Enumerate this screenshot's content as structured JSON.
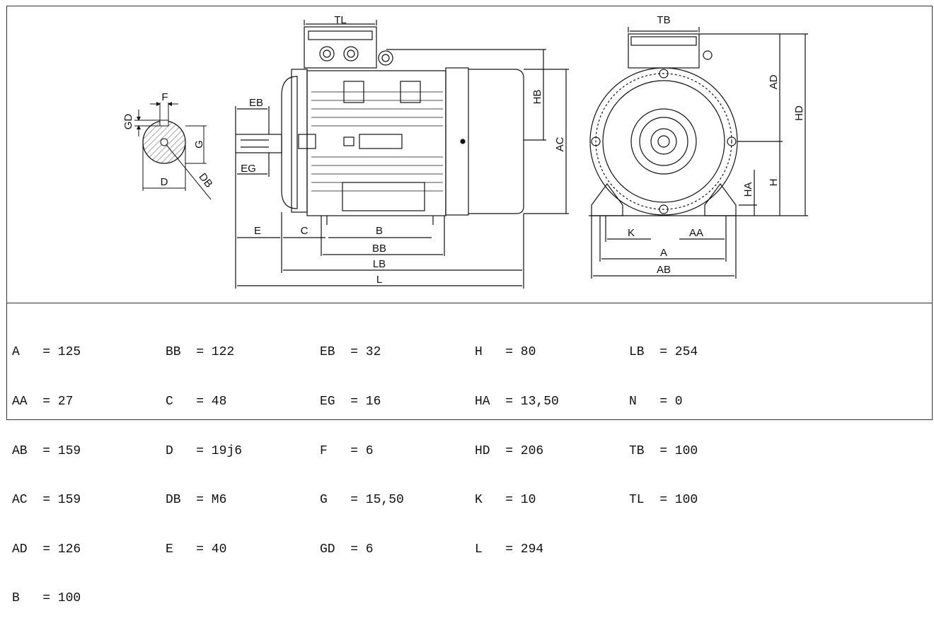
{
  "diagram": {
    "shaft_labels": {
      "F": "F",
      "GD": "GD",
      "G": "G",
      "D": "D",
      "DB": "DB"
    },
    "side_labels": {
      "TL": "TL",
      "EB": "EB",
      "EG": "EG",
      "HB": "HB",
      "AC": "AC",
      "E": "E",
      "C": "C",
      "B": "B",
      "BB": "BB",
      "LB": "LB",
      "L": "L"
    },
    "front_labels": {
      "TB": "TB",
      "AD": "AD",
      "HD": "HD",
      "HA": "HA",
      "H": "H",
      "K": "K",
      "AA": "AA",
      "A": "A",
      "AB": "AB"
    }
  },
  "dimensions": {
    "columns": [
      [
        "A   = 125",
        "AA  = 27",
        "AB  = 159",
        "AC  = 159",
        "AD  = 126",
        "B   = 100"
      ],
      [
        "BB  = 122",
        "C   = 48",
        "D   = 19j6",
        "DB  = M6",
        "E   = 40"
      ],
      [
        "EB  = 32",
        "EG  = 16",
        "F   = 6",
        "G   = 15,50",
        "GD  = 6"
      ],
      [
        "H   = 80",
        "HA  = 13,50",
        "HD  = 206",
        "K   = 10",
        "L   = 294"
      ],
      [
        "LB  = 254",
        "N   = 0",
        "TB  = 100",
        "TL  = 100"
      ]
    ]
  }
}
